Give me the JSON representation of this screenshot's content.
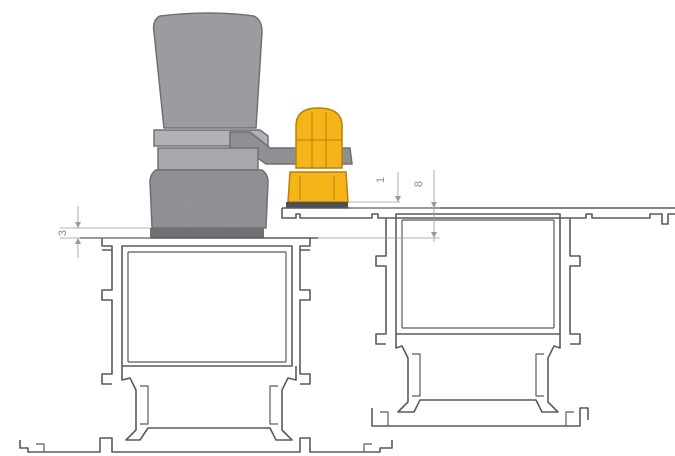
{
  "diagram": {
    "dimensions": [
      {
        "id": "dim-3",
        "label": "3"
      },
      {
        "id": "dim-1",
        "label": "1"
      },
      {
        "id": "dim-8",
        "label": "8"
      }
    ],
    "colors": {
      "tool_grey": "#9b9ca0",
      "tool_dark": "#6f7073",
      "clamp_yellow": "#f4b41a",
      "profile_stroke": "#5a5a5a"
    }
  }
}
